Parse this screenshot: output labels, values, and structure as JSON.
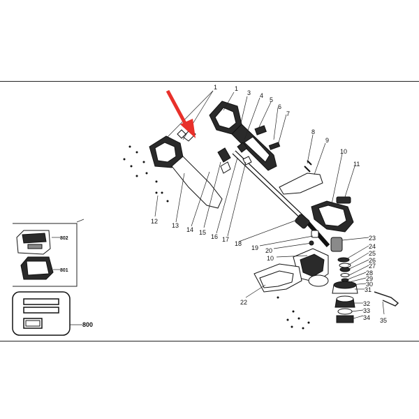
{
  "diagram": {
    "accent_color": "#e8302a",
    "part_labels": [
      {
        "id": "p1a",
        "text": "1"
      },
      {
        "id": "p1b",
        "text": "1"
      },
      {
        "id": "p3",
        "text": "3"
      },
      {
        "id": "p4",
        "text": "4"
      },
      {
        "id": "p5",
        "text": "5"
      },
      {
        "id": "p6",
        "text": "6"
      },
      {
        "id": "p7",
        "text": "7"
      },
      {
        "id": "p8",
        "text": "8"
      },
      {
        "id": "p9",
        "text": "9"
      },
      {
        "id": "p10a",
        "text": "10"
      },
      {
        "id": "p11",
        "text": "11"
      },
      {
        "id": "p12",
        "text": "12"
      },
      {
        "id": "p13",
        "text": "13"
      },
      {
        "id": "p14",
        "text": "14"
      },
      {
        "id": "p15",
        "text": "15"
      },
      {
        "id": "p16",
        "text": "16"
      },
      {
        "id": "p17",
        "text": "17"
      },
      {
        "id": "p18",
        "text": "18"
      },
      {
        "id": "p19",
        "text": "19"
      },
      {
        "id": "p20",
        "text": "20"
      },
      {
        "id": "p10b",
        "text": "10"
      },
      {
        "id": "p22",
        "text": "22"
      },
      {
        "id": "p23",
        "text": "23"
      },
      {
        "id": "p24",
        "text": "24"
      },
      {
        "id": "p25",
        "text": "25"
      },
      {
        "id": "p26",
        "text": "26"
      },
      {
        "id": "p27",
        "text": "27"
      },
      {
        "id": "p28",
        "text": "28"
      },
      {
        "id": "p29",
        "text": "29"
      },
      {
        "id": "p30",
        "text": "30"
      },
      {
        "id": "p31",
        "text": "31"
      },
      {
        "id": "p32",
        "text": "32"
      },
      {
        "id": "p33",
        "text": "33"
      },
      {
        "id": "p34",
        "text": "34"
      },
      {
        "id": "p35",
        "text": "35"
      }
    ],
    "kit_labels": {
      "charger": "802",
      "battery": "801",
      "manual": "800"
    }
  }
}
